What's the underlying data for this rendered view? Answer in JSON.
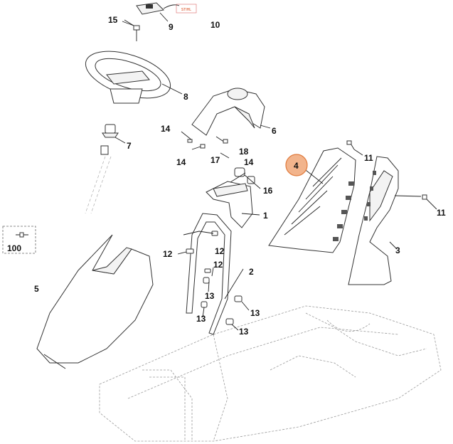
{
  "labels": [
    {
      "key": "l1",
      "text": "1"
    },
    {
      "key": "l2",
      "text": "2"
    },
    {
      "key": "l3",
      "text": "3"
    },
    {
      "key": "l4",
      "text": "4"
    },
    {
      "key": "l5",
      "text": "5"
    },
    {
      "key": "l6",
      "text": "6"
    },
    {
      "key": "l7",
      "text": "7"
    },
    {
      "key": "l8",
      "text": "8"
    },
    {
      "key": "l9",
      "text": "9"
    },
    {
      "key": "l10",
      "text": "10"
    },
    {
      "key": "l11a",
      "text": "11"
    },
    {
      "key": "l11b",
      "text": "11"
    },
    {
      "key": "l12a",
      "text": "12"
    },
    {
      "key": "l12b",
      "text": "12"
    },
    {
      "key": "l12c",
      "text": "12"
    },
    {
      "key": "l13a",
      "text": "13"
    },
    {
      "key": "l13b",
      "text": "13"
    },
    {
      "key": "l13c",
      "text": "13"
    },
    {
      "key": "l13d",
      "text": "13"
    },
    {
      "key": "l14a",
      "text": "14"
    },
    {
      "key": "l14b",
      "text": "14"
    },
    {
      "key": "l14c",
      "text": "14"
    },
    {
      "key": "l15",
      "text": "15"
    },
    {
      "key": "l16",
      "text": "16"
    },
    {
      "key": "l17",
      "text": "17"
    },
    {
      "key": "l18",
      "text": "18"
    },
    {
      "key": "l100",
      "text": "100"
    }
  ],
  "highlight": {
    "text": "4",
    "color": "#f2b48c",
    "stroke": "#e07a3c"
  },
  "logo_text": "STIHL",
  "colors": {
    "line": "#333333",
    "frame": "#9a9a9a"
  }
}
